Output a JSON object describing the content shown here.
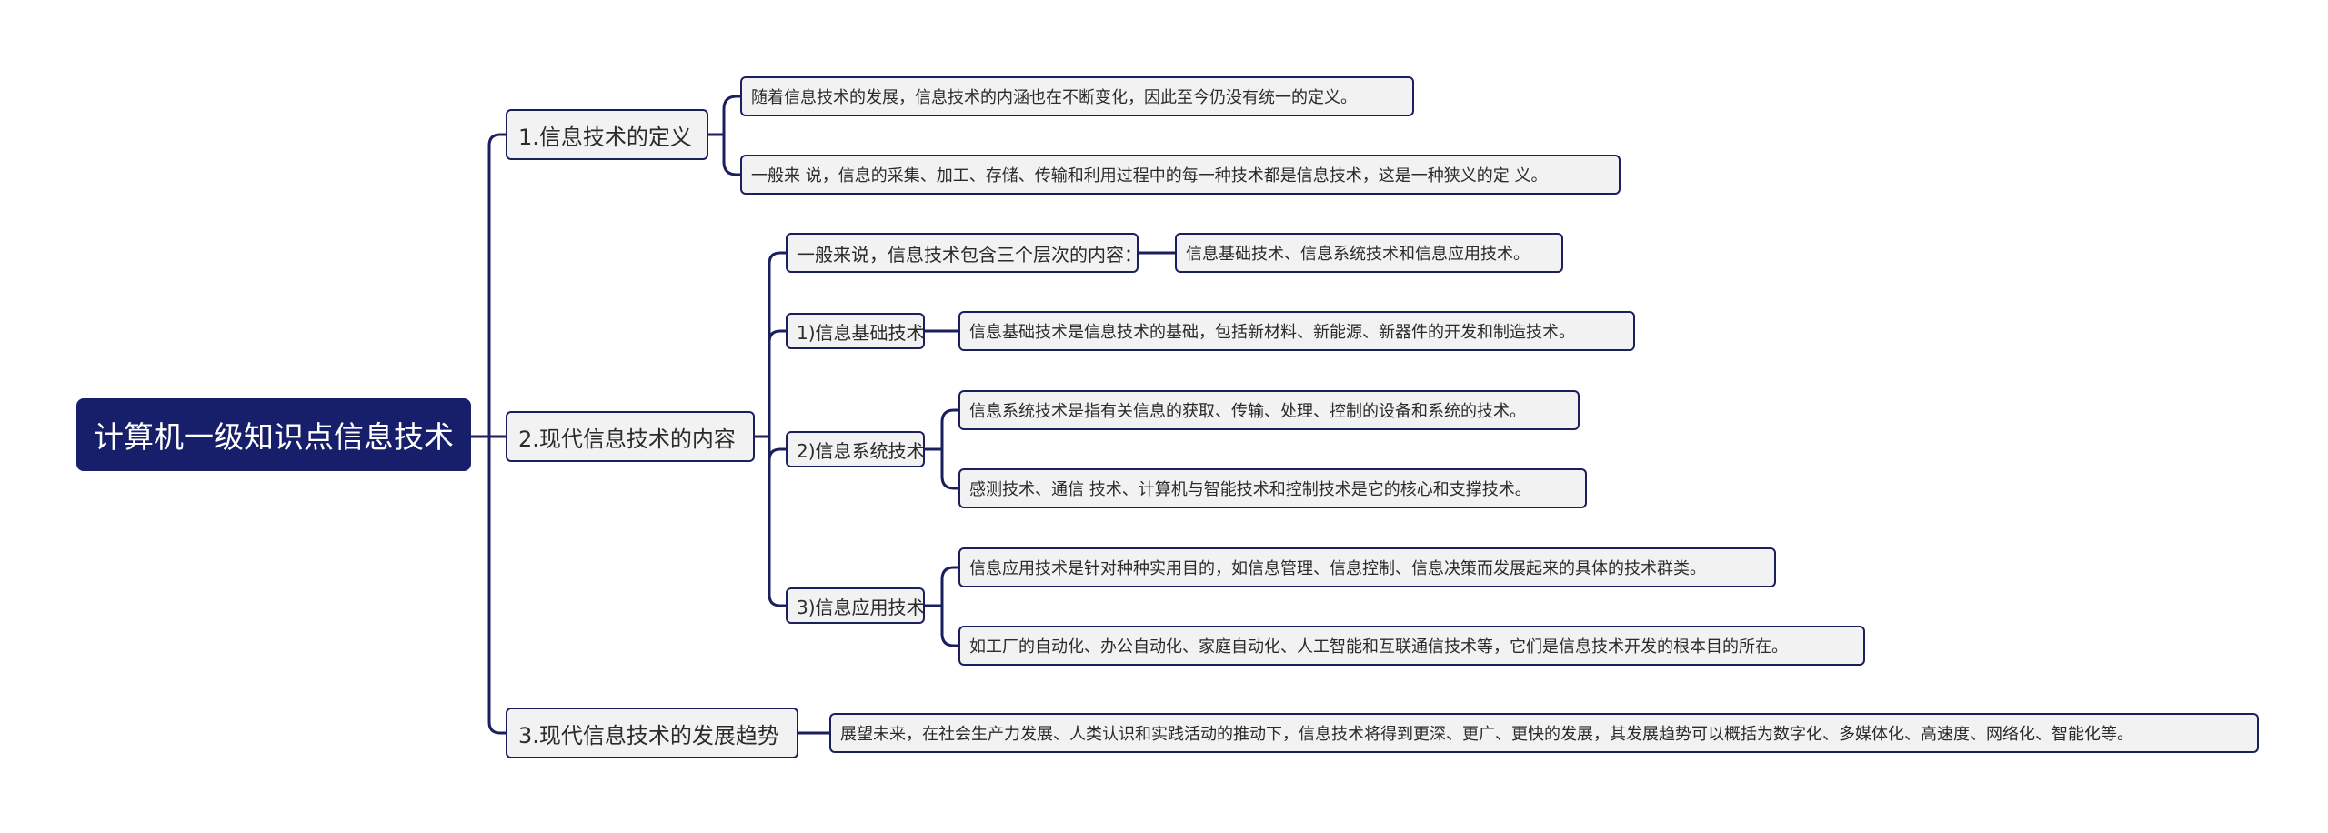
{
  "colors": {
    "root_bg": "#181f6a",
    "line": "#1c1f5e",
    "node_bg": "#f2f2f2",
    "text": "#2b2b2b"
  },
  "root": {
    "label": "计算机一级知识点信息技术"
  },
  "sections": [
    {
      "label": "1.信息技术的定义",
      "children": [
        {
          "label": "随着信息技术的发展，信息技术的内涵也在不断变化，因此至今仍没有统一的定义。"
        },
        {
          "label": "一般来 说，信息的采集、加工、存储、传输和利用过程中的每一种技术都是信息技术，这是一种狭义的定 义。"
        }
      ]
    },
    {
      "label": "2.现代信息技术的内容",
      "children": [
        {
          "label": "一般来说，信息技术包含三个层次的内容：",
          "children": [
            {
              "label": "信息基础技术、信息系统技术和信息应用技术。"
            }
          ]
        },
        {
          "label": "1)信息基础技术",
          "children": [
            {
              "label": "信息基础技术是信息技术的基础，包括新材料、新能源、新器件的开发和制造技术。"
            }
          ]
        },
        {
          "label": "2)信息系统技术",
          "children": [
            {
              "label": "信息系统技术是指有关信息的获取、传输、处理、控制的设备和系统的技术。"
            },
            {
              "label": "感测技术、通信 技术、计算机与智能技术和控制技术是它的核心和支撑技术。"
            }
          ]
        },
        {
          "label": "3)信息应用技术",
          "children": [
            {
              "label": "信息应用技术是针对种种实用目的，如信息管理、信息控制、信息决策而发展起来的具体的技术群类。"
            },
            {
              "label": "如工厂的自动化、办公自动化、家庭自动化、人工智能和互联通信技术等，它们是信息技术开发的根本目的所在。"
            }
          ]
        }
      ]
    },
    {
      "label": "3.现代信息技术的发展趋势",
      "children": [
        {
          "label": "展望未来，在社会生产力发展、人类认识和实践活动的推动下，信息技术将得到更深、更广、更快的发展，其发展趋势可以概括为数字化、多媒体化、高速度、网络化、智能化等。"
        }
      ]
    }
  ]
}
